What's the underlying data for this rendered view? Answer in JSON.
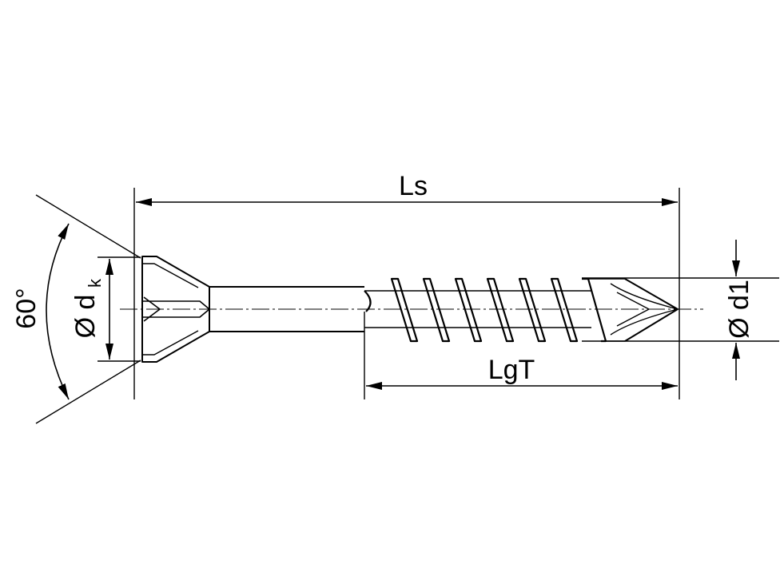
{
  "diagram": {
    "labels": {
      "ls": "Ls",
      "lgt": "LgT",
      "angle": "60°",
      "head_diameter": "Ø d",
      "head_diameter_sub": "k",
      "thread_diameter": "Ø d1"
    },
    "colors": {
      "line": "#000000",
      "background": "#ffffff"
    }
  }
}
